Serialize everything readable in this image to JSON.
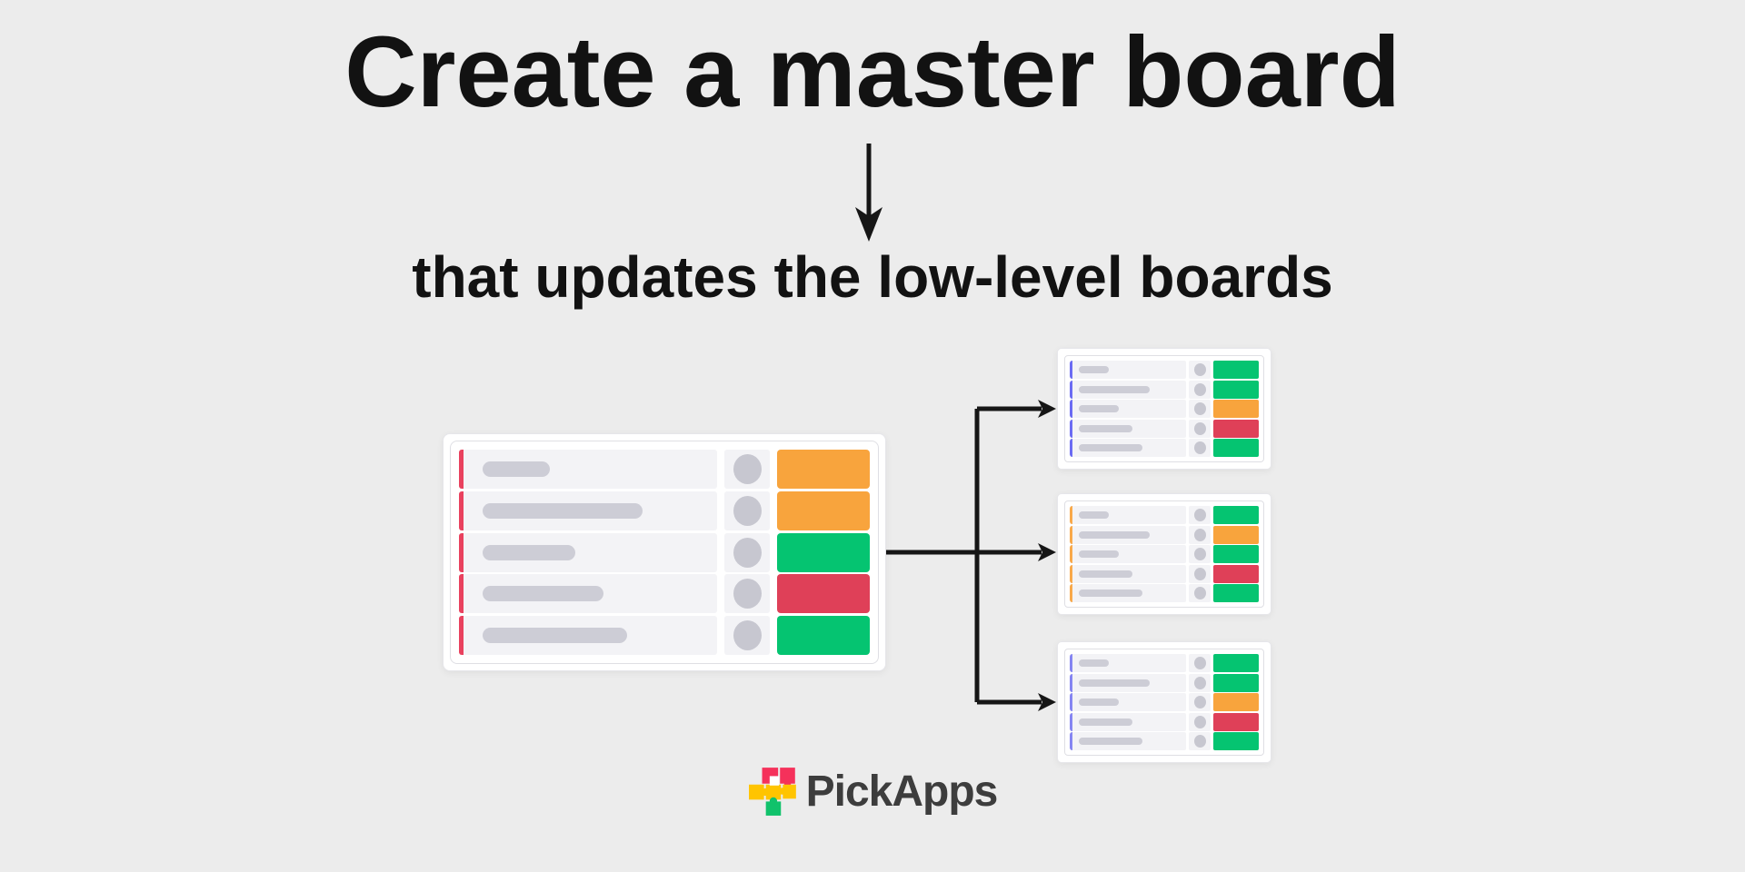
{
  "title": "Create a master board",
  "subtitle": "that updates the low-level boards",
  "brand": {
    "name": "PickApps"
  },
  "colors": {
    "background": "#ECECEC",
    "arrow": "#161616",
    "status": {
      "green": "#05C471",
      "orange": "#F8A43D",
      "red": "#DF4058"
    },
    "pill": "#CDCDD6",
    "dot": "#C7C7D0",
    "row_bg": "#F3F3F6",
    "logo_pink": "#F5315B",
    "logo_yellow": "#FFC400",
    "logo_green": "#10C26B"
  },
  "master_board": {
    "accent": "#E9415E",
    "rows": [
      {
        "pill_width": 26,
        "status": "orange"
      },
      {
        "pill_width": 62,
        "status": "orange"
      },
      {
        "pill_width": 36,
        "status": "green"
      },
      {
        "pill_width": 47,
        "status": "red"
      },
      {
        "pill_width": 56,
        "status": "green"
      }
    ]
  },
  "low_level_boards": [
    {
      "accent": "#6B6BF3",
      "rows": [
        {
          "pill_width": 26,
          "status": "green"
        },
        {
          "pill_width": 61,
          "status": "green"
        },
        {
          "pill_width": 34,
          "status": "orange"
        },
        {
          "pill_width": 46,
          "status": "red"
        },
        {
          "pill_width": 55,
          "status": "green"
        }
      ]
    },
    {
      "accent": "#F9A94A",
      "rows": [
        {
          "pill_width": 26,
          "status": "green"
        },
        {
          "pill_width": 61,
          "status": "orange"
        },
        {
          "pill_width": 34,
          "status": "green"
        },
        {
          "pill_width": 46,
          "status": "red"
        },
        {
          "pill_width": 55,
          "status": "green"
        }
      ]
    },
    {
      "accent": "#8585F2",
      "rows": [
        {
          "pill_width": 26,
          "status": "green"
        },
        {
          "pill_width": 61,
          "status": "green"
        },
        {
          "pill_width": 34,
          "status": "orange"
        },
        {
          "pill_width": 46,
          "status": "red"
        },
        {
          "pill_width": 55,
          "status": "green"
        }
      ]
    }
  ]
}
